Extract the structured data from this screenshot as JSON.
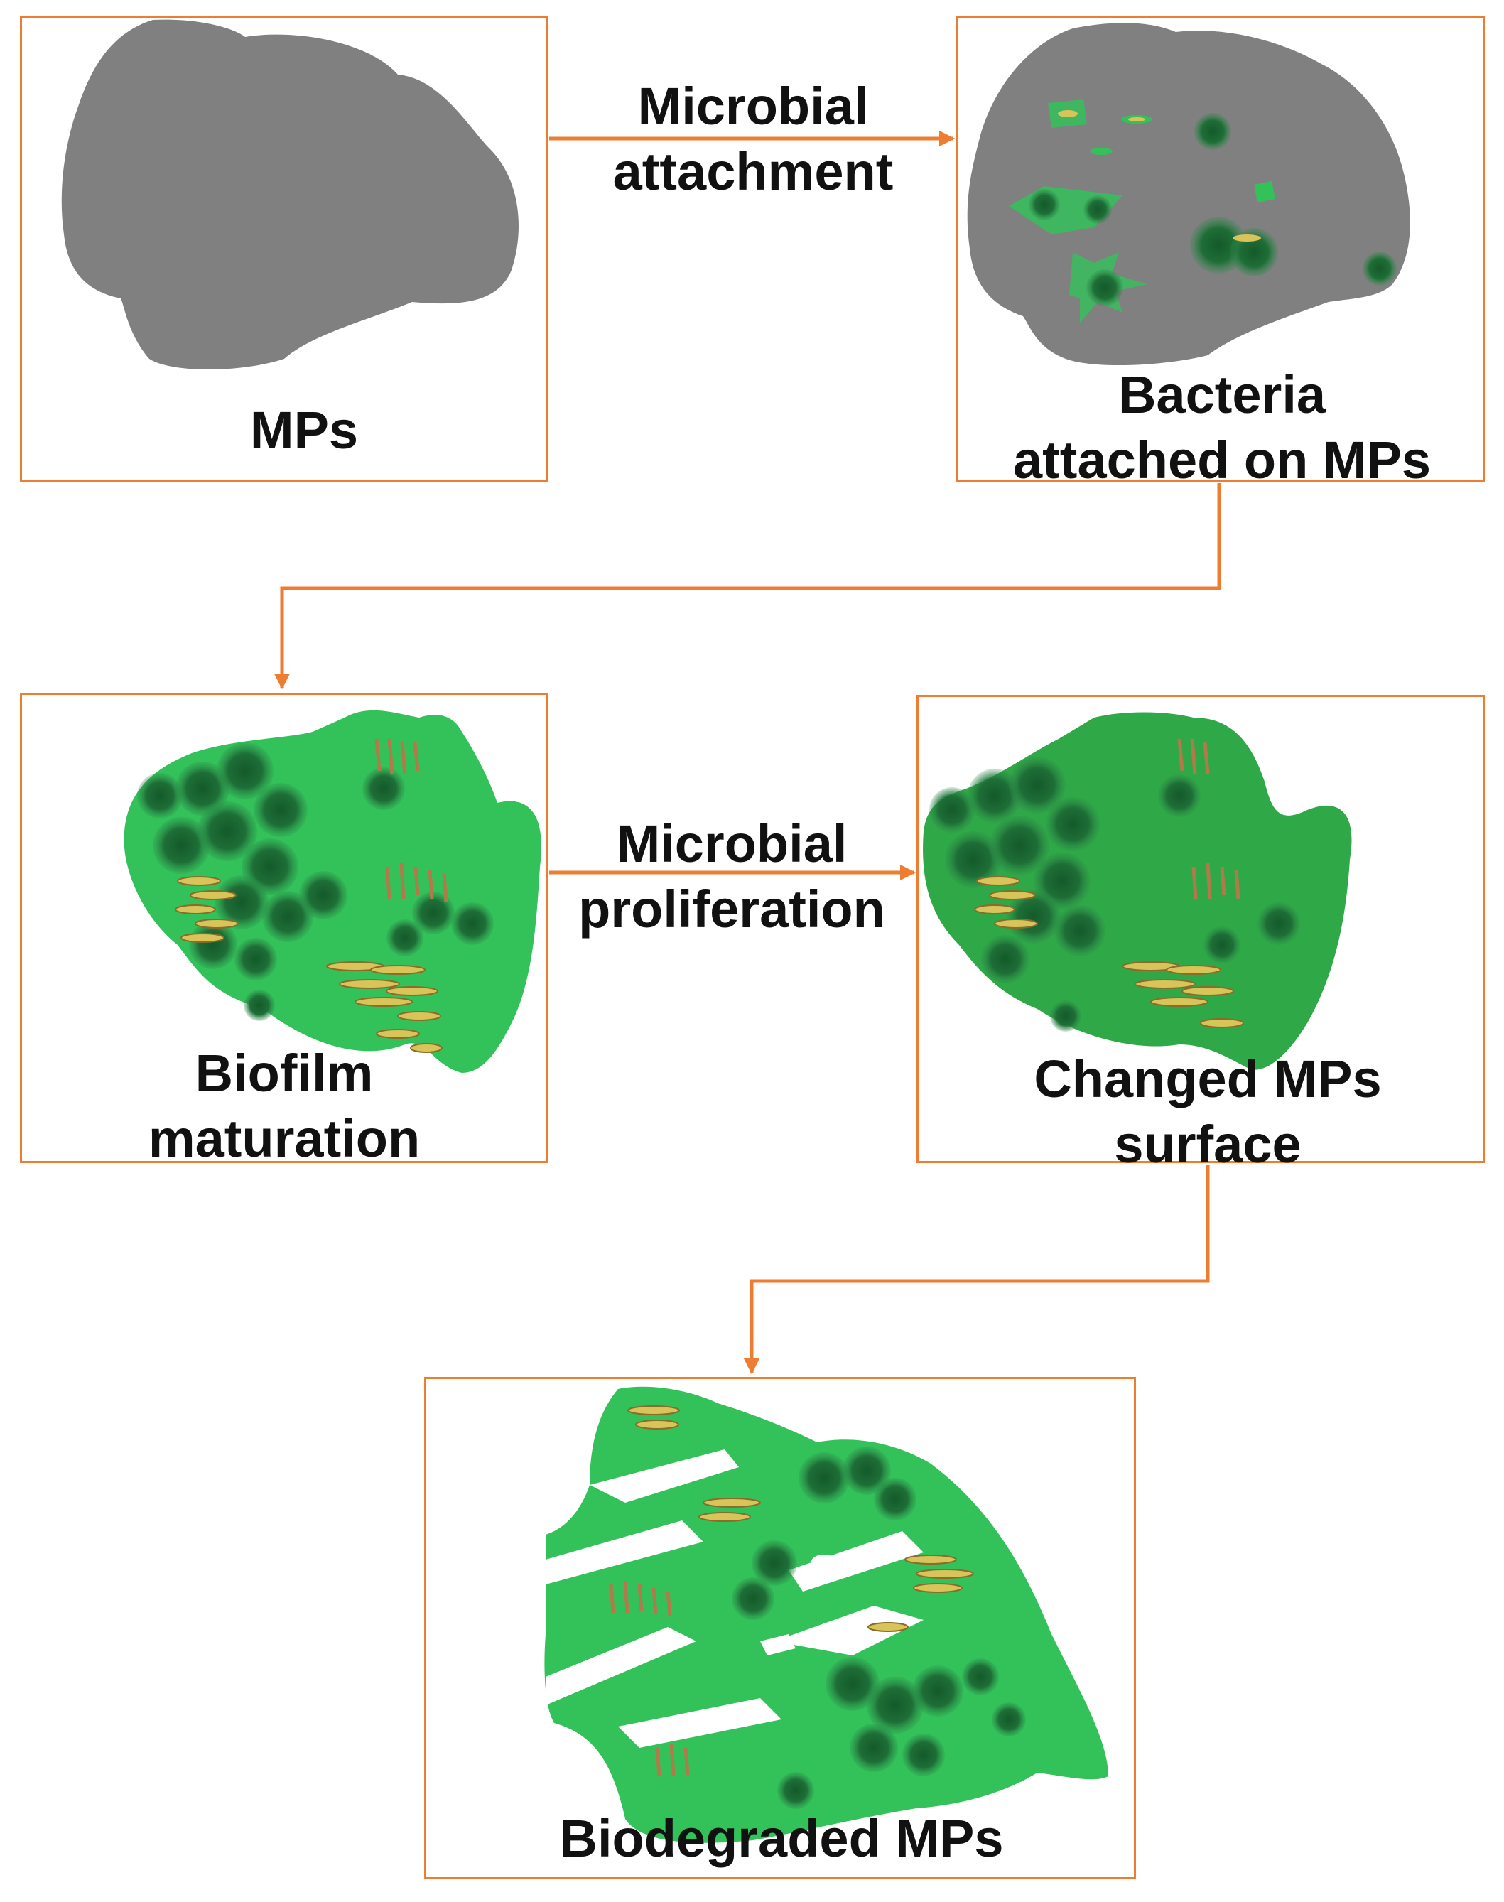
{
  "colors": {
    "accent": "#ED7D31",
    "plastic": "#808080",
    "biofilm_light": "#33C15A",
    "biofilm_mid": "#2FA847",
    "colony": "#1E6E37",
    "rod": "#D9C45A"
  },
  "stages": [
    {
      "label": [
        "MPs"
      ]
    },
    {
      "label": [
        "Bacteria",
        "attached on MPs"
      ]
    },
    {
      "label": [
        "Biofilm",
        "maturation"
      ]
    },
    {
      "label": [
        "Changed MPs",
        "surface"
      ]
    },
    {
      "label": [
        "Biodegraded MPs"
      ]
    }
  ],
  "transitions": [
    {
      "label": [
        "Microbial",
        "attachment"
      ]
    },
    {
      "label": [
        "Microbial",
        "proliferation"
      ]
    }
  ]
}
